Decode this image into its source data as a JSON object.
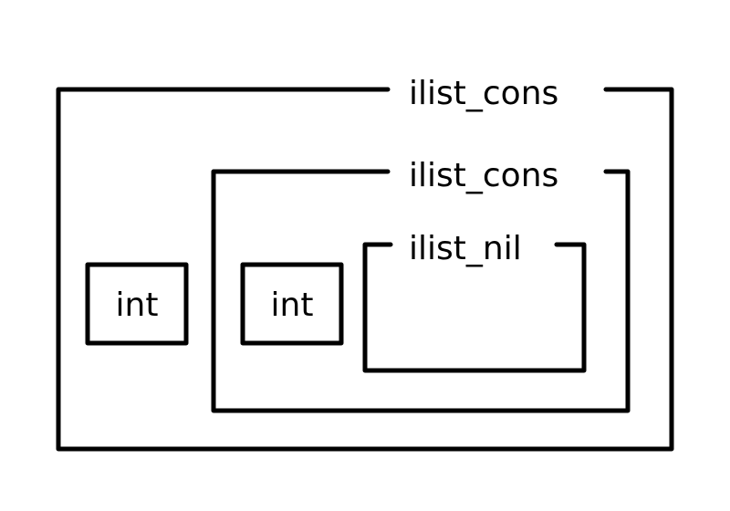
{
  "diagram": {
    "outer_cons": {
      "label": "ilist_cons"
    },
    "inner_cons": {
      "label": "ilist_cons"
    },
    "nil": {
      "label": "ilist_nil"
    },
    "outer_int": {
      "label": "int"
    },
    "inner_int": {
      "label": "int"
    }
  },
  "colors": {
    "stroke": "#000000",
    "background": "#ffffff"
  }
}
